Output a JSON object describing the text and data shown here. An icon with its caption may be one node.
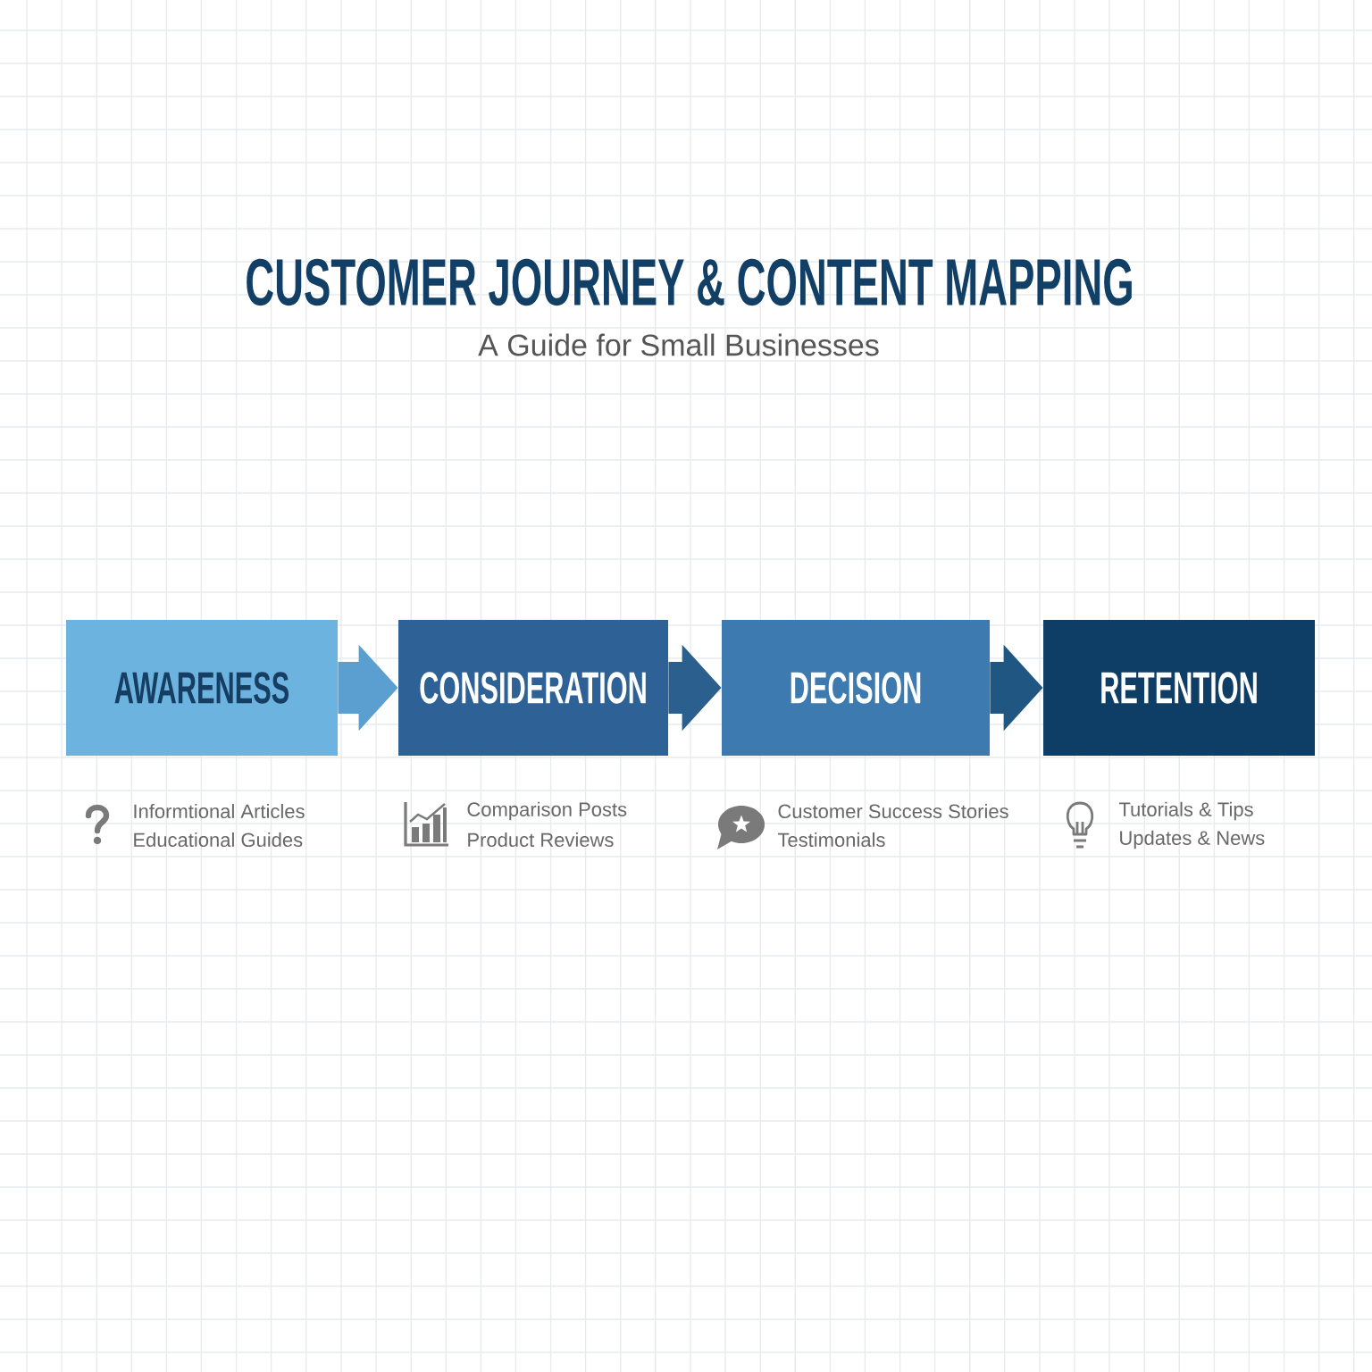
{
  "diagram": {
    "title": "CUSTOMER JOURNEY & CONTENT MAPPING",
    "nodes": [
      {
        "text": [
          "AWARENESS"
        ],
        "beside": [
          "Informtional Articles",
          "Educational Guides"
        ]
      },
      {
        "text": [
          "CONSIDERATION"
        ],
        "beside": [
          "Comparison Posts",
          "Product Reviews"
        ]
      },
      {
        "text": [
          "DECISION"
        ],
        "beside": [
          "Customer Success Stories",
          "Testimonials"
        ]
      },
      {
        "text": [
          "RETENTION"
        ],
        "beside": [
          "Tutorials & Tips",
          "Updates & News"
        ]
      }
    ],
    "edges": [
      {
        "from": 0,
        "to": 1,
        "arrow": "to",
        "color": "#5a9fd0"
      },
      {
        "from": 1,
        "to": 2,
        "arrow": "to",
        "color": "#2a5f8e"
      },
      {
        "from": 2,
        "to": 3,
        "arrow": "to",
        "color": "#1f5782"
      }
    ],
    "labels": [
      "A Guide for Small Businesses"
    ]
  }
}
